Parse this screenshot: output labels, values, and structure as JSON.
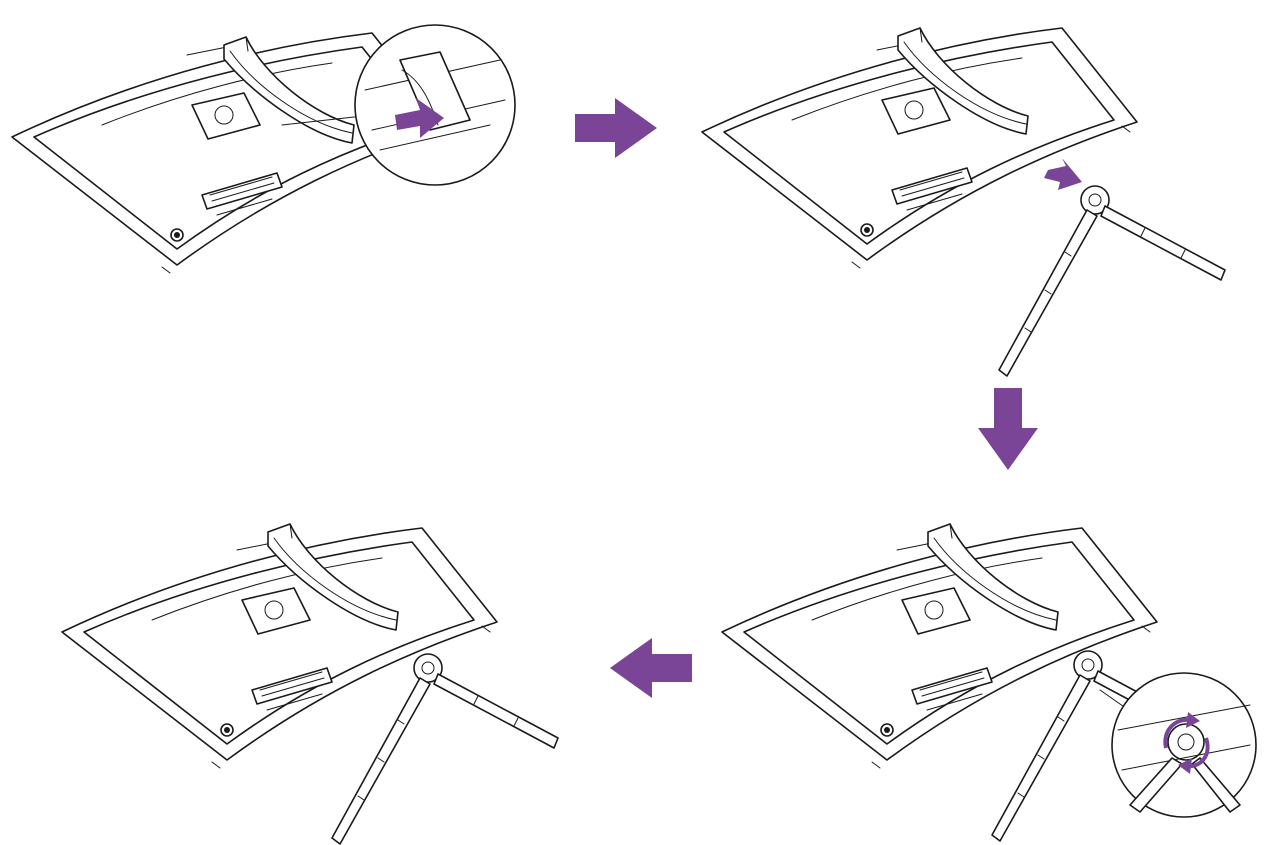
{
  "diagram": {
    "accent_color": "#7a4596",
    "steps": [
      {
        "id": 1,
        "icon": "monitor-attach-neck-icon"
      },
      {
        "id": 2,
        "icon": "monitor-insert-base-icon"
      },
      {
        "id": 3,
        "icon": "monitor-tighten-screw-icon"
      },
      {
        "id": 4,
        "icon": "monitor-assembled-icon"
      }
    ],
    "arrows": [
      {
        "from": 1,
        "to": 2,
        "direction": "right"
      },
      {
        "from": 2,
        "to": 3,
        "direction": "down"
      },
      {
        "from": 3,
        "to": 4,
        "direction": "left"
      }
    ]
  }
}
